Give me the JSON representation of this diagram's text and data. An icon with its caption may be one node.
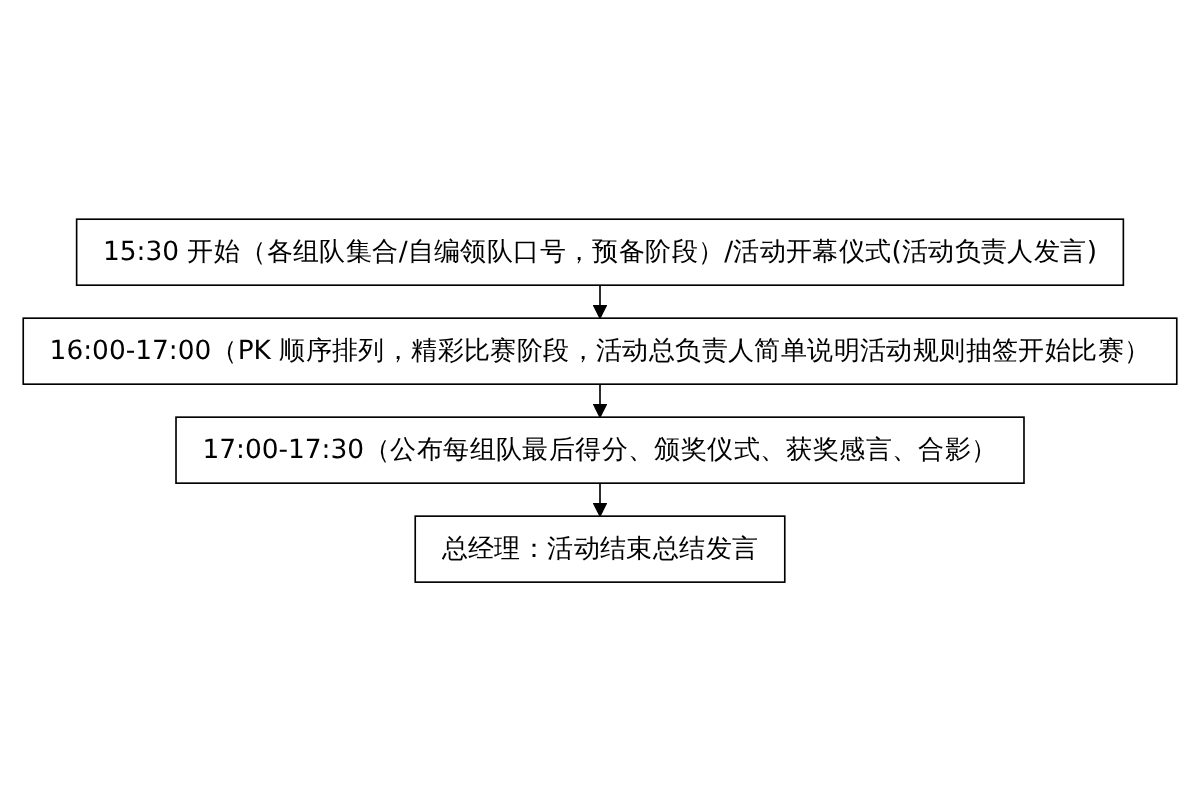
{
  "diagram": {
    "nodes": [
      {
        "text": [
          "15:30 开始（各组队集合/自编领队口号，预备阶段）/活动开幕仪式(活动负责人发言)"
        ]
      },
      {
        "text": [
          "16:00-17:00（PK 顺序排列，精彩比赛阶段，活动总负责人简单说明活动规则抽签开始比赛）"
        ]
      },
      {
        "text": [
          "17:00-17:30（公布每组队最后得分、颁奖仪式、获奖感言、合影）"
        ]
      },
      {
        "text": [
          "总经理：活动结束总结发言"
        ]
      }
    ],
    "edges": [
      {
        "from": 0,
        "to": 1,
        "arrow": "to"
      },
      {
        "from": 1,
        "to": 2,
        "arrow": "to"
      },
      {
        "from": 2,
        "to": 3,
        "arrow": "to"
      }
    ]
  }
}
